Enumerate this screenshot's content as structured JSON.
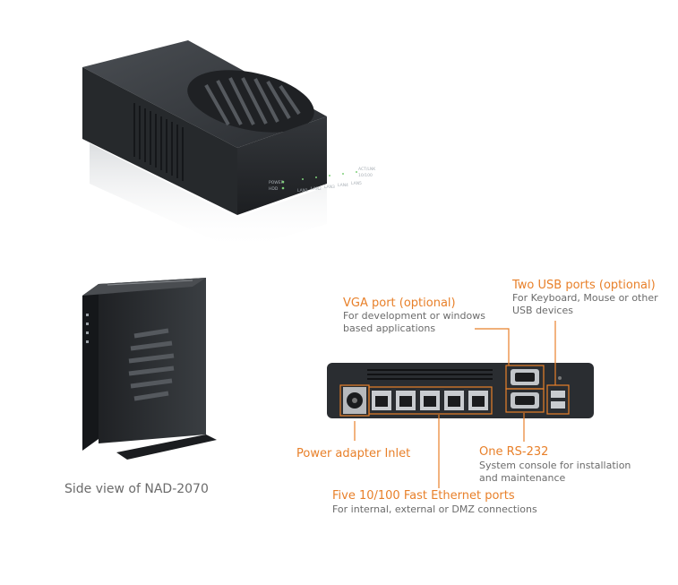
{
  "colors": {
    "accent": "#e8802a",
    "text_grey": "#6b6b6b",
    "device": "#2c2f33"
  },
  "front_leds": {
    "left": [
      "POWER",
      "HDD"
    ],
    "lan": [
      "LAN1",
      "LAN2",
      "LAN3",
      "LAN4",
      "LAN5"
    ],
    "right": [
      "ACT/LNK",
      "10/100"
    ]
  },
  "side_caption": "Side view of NAD-2070",
  "callouts": {
    "vga": {
      "title": "VGA port (optional)",
      "desc": "For development or windows based applications"
    },
    "usb": {
      "title": "Two USB ports (optional)",
      "desc": "For Keyboard, Mouse or other USB devices"
    },
    "power": {
      "title": "Power adapter Inlet"
    },
    "rs232": {
      "title": "One RS-232",
      "desc": "System console for installation and maintenance"
    },
    "ethernet": {
      "title": "Five 10/100 Fast Ethernet ports",
      "desc": "For internal, external or DMZ connections"
    }
  }
}
